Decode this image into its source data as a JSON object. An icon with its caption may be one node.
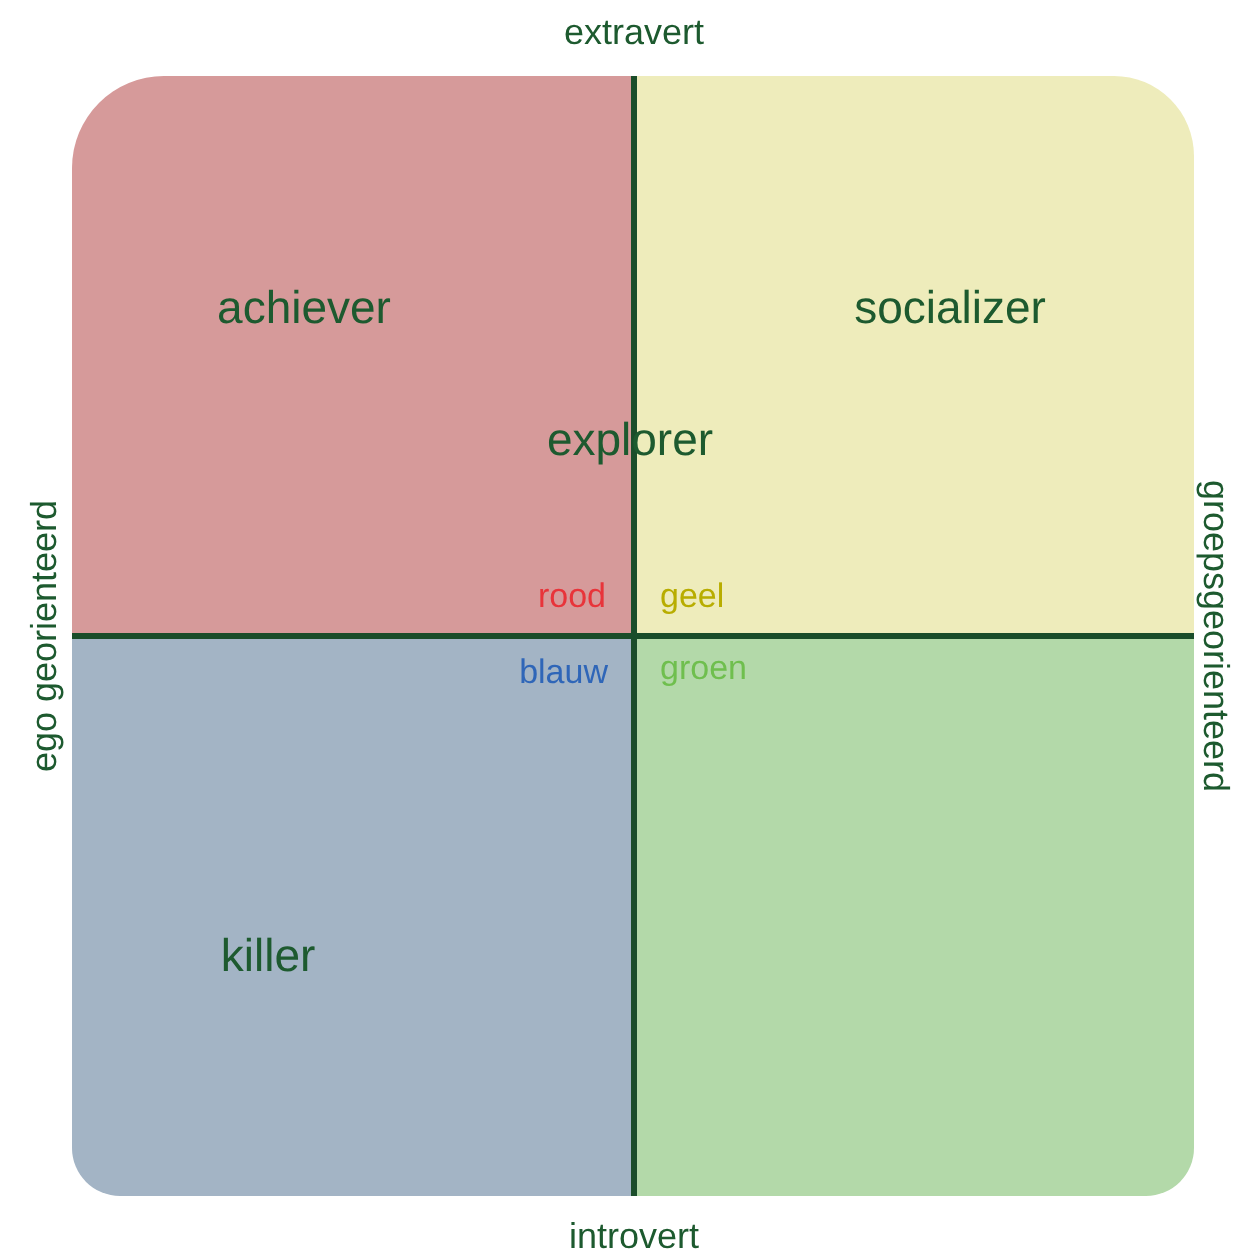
{
  "diagram": {
    "nodes": [
      {
        "text": [
          "achiever",
          "rood"
        ]
      },
      {
        "text": [
          "socializer",
          "geel"
        ]
      },
      {
        "text": [
          "killer",
          "blauw"
        ]
      },
      {
        "text": [
          "groen"
        ]
      }
    ],
    "labels": [
      "extravert",
      "explorer",
      "ego georienteerd",
      "groepsgeorienteerd",
      "introvert"
    ]
  }
}
